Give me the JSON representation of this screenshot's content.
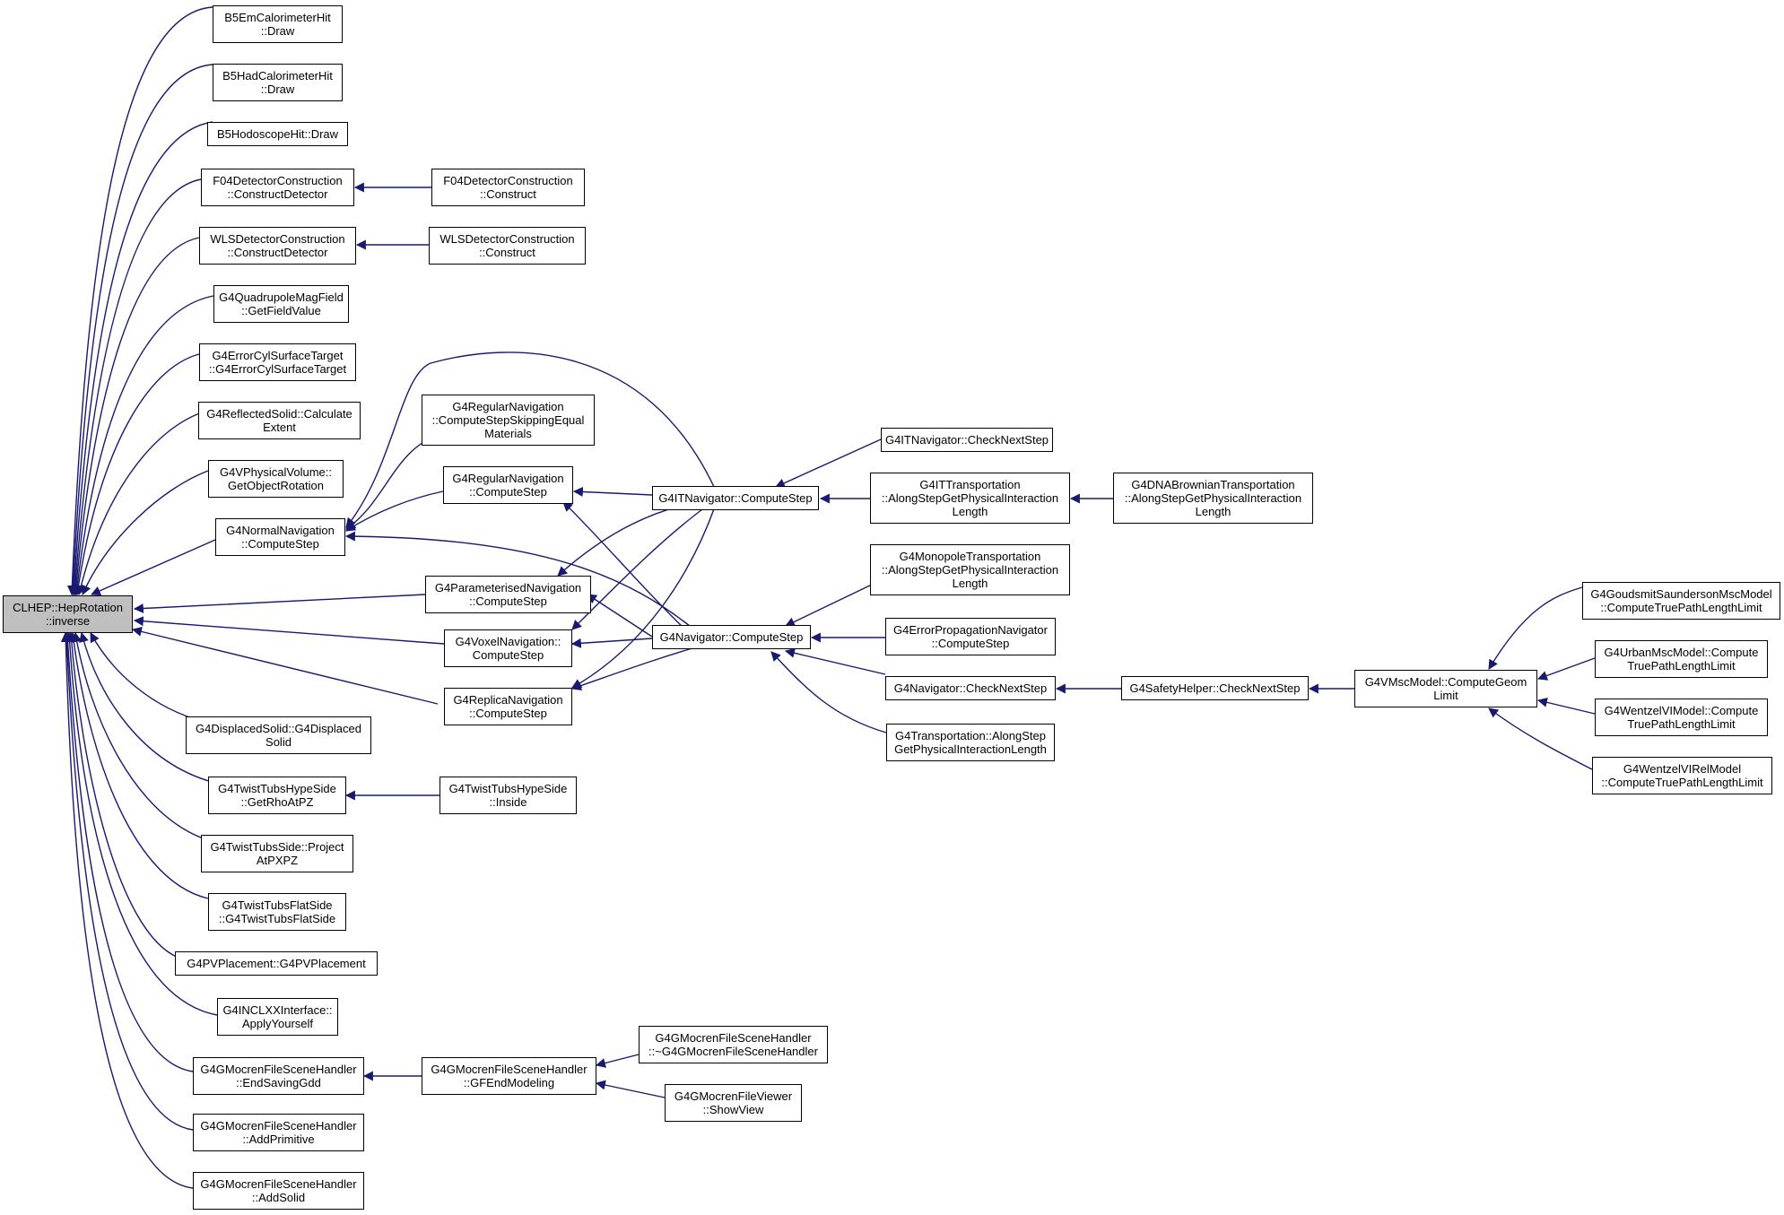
{
  "colors": {
    "edge": "#191970",
    "root_fill": "#bfbfbf",
    "node_fill": "#ffffff",
    "border": "#000000"
  },
  "nodes": {
    "root": {
      "lines": [
        "CLHEP::HepRotation",
        "::inverse"
      ]
    },
    "b5em": {
      "lines": [
        "B5EmCalorimeterHit",
        "::Draw"
      ]
    },
    "b5had": {
      "lines": [
        "B5HadCalorimeterHit",
        "::Draw"
      ]
    },
    "b5hodo": {
      "lines": [
        "B5HodoscopeHit::Draw"
      ]
    },
    "f04cd": {
      "lines": [
        "F04DetectorConstruction",
        "::ConstructDetector"
      ]
    },
    "f04c": {
      "lines": [
        "F04DetectorConstruction",
        "::Construct"
      ]
    },
    "wlscd": {
      "lines": [
        "WLSDetectorConstruction",
        "::ConstructDetector"
      ]
    },
    "wlsc": {
      "lines": [
        "WLSDetectorConstruction",
        "::Construct"
      ]
    },
    "quad": {
      "lines": [
        "G4QuadrupoleMagField",
        "::GetFieldValue"
      ]
    },
    "errcyl": {
      "lines": [
        "G4ErrorCylSurfaceTarget",
        "::G4ErrorCylSurfaceTarget"
      ]
    },
    "refl": {
      "lines": [
        "G4ReflectedSolid::Calculate",
        "Extent"
      ]
    },
    "vphys": {
      "lines": [
        "G4VPhysicalVolume::",
        "GetObjectRotation"
      ]
    },
    "normnav": {
      "lines": [
        "G4NormalNavigation",
        "::ComputeStep"
      ]
    },
    "regskip": {
      "lines": [
        "G4RegularNavigation",
        "::ComputeStepSkippingEqual",
        "Materials"
      ]
    },
    "regnav": {
      "lines": [
        "G4RegularNavigation",
        "::ComputeStep"
      ]
    },
    "paramnav": {
      "lines": [
        "G4ParameterisedNavigation",
        "::ComputeStep"
      ]
    },
    "voxnav": {
      "lines": [
        "G4VoxelNavigation::",
        "ComputeStep"
      ]
    },
    "repnav": {
      "lines": [
        "G4ReplicaNavigation",
        "::ComputeStep"
      ]
    },
    "itnav": {
      "lines": [
        "G4ITNavigator::ComputeStep"
      ]
    },
    "nav": {
      "lines": [
        "G4Navigator::ComputeStep"
      ]
    },
    "itcheck": {
      "lines": [
        "G4ITNavigator::CheckNextStep"
      ]
    },
    "ittrans": {
      "lines": [
        "G4ITTransportation",
        "::AlongStepGetPhysicalInteraction",
        "Length"
      ]
    },
    "dnabrown": {
      "lines": [
        "G4DNABrownianTransportation",
        "::AlongStepGetPhysicalInteraction",
        "Length"
      ]
    },
    "monotrans": {
      "lines": [
        "G4MonopoleTransportation",
        "::AlongStepGetPhysicalInteraction",
        "Length"
      ]
    },
    "errprop": {
      "lines": [
        "G4ErrorPropagationNavigator",
        "::ComputeStep"
      ]
    },
    "navcheck": {
      "lines": [
        "G4Navigator::CheckNextStep"
      ]
    },
    "trans": {
      "lines": [
        "G4Transportation::AlongStep",
        "GetPhysicalInteractionLength"
      ]
    },
    "safety": {
      "lines": [
        "G4SafetyHelper::CheckNextStep"
      ]
    },
    "vmsc": {
      "lines": [
        "G4VMscModel::ComputeGeom",
        "Limit"
      ]
    },
    "goudsmit": {
      "lines": [
        "G4GoudsmitSaundersonMscModel",
        "::ComputeTruePathLengthLimit"
      ]
    },
    "urban": {
      "lines": [
        "G4UrbanMscModel::Compute",
        "TruePathLengthLimit"
      ]
    },
    "wentzel": {
      "lines": [
        "G4WentzelVIModel::Compute",
        "TruePathLengthLimit"
      ]
    },
    "wentzelrel": {
      "lines": [
        "G4WentzelVIRelModel",
        "::ComputeTruePathLengthLimit"
      ]
    },
    "displaced": {
      "lines": [
        "G4DisplacedSolid::G4Displaced",
        "Solid"
      ]
    },
    "hypeside": {
      "lines": [
        "G4TwistTubsHypeSide",
        "::GetRhoAtPZ"
      ]
    },
    "hypeinside": {
      "lines": [
        "G4TwistTubsHypeSide",
        "::Inside"
      ]
    },
    "twistside": {
      "lines": [
        "G4TwistTubsSide::Project",
        "AtPXPZ"
      ]
    },
    "flatside": {
      "lines": [
        "G4TwistTubsFlatSide",
        "::G4TwistTubsFlatSide"
      ]
    },
    "pvplace": {
      "lines": [
        "G4PVPlacement::G4PVPlacement"
      ]
    },
    "inclxx": {
      "lines": [
        "G4INCLXXInterface::",
        "ApplyYourself"
      ]
    },
    "endsaving": {
      "lines": [
        "G4GMocrenFileSceneHandler",
        "::EndSavingGdd"
      ]
    },
    "gfend": {
      "lines": [
        "G4GMocrenFileSceneHandler",
        "::GFEndModeling"
      ]
    },
    "dtor": {
      "lines": [
        "G4GMocrenFileSceneHandler",
        "::~G4GMocrenFileSceneHandler"
      ]
    },
    "showview": {
      "lines": [
        "G4GMocrenFileViewer",
        "::ShowView"
      ]
    },
    "addprim": {
      "lines": [
        "G4GMocrenFileSceneHandler",
        "::AddPrimitive"
      ]
    },
    "addsolid": {
      "lines": [
        "G4GMocrenFileSceneHandler",
        "::AddSolid"
      ]
    }
  }
}
